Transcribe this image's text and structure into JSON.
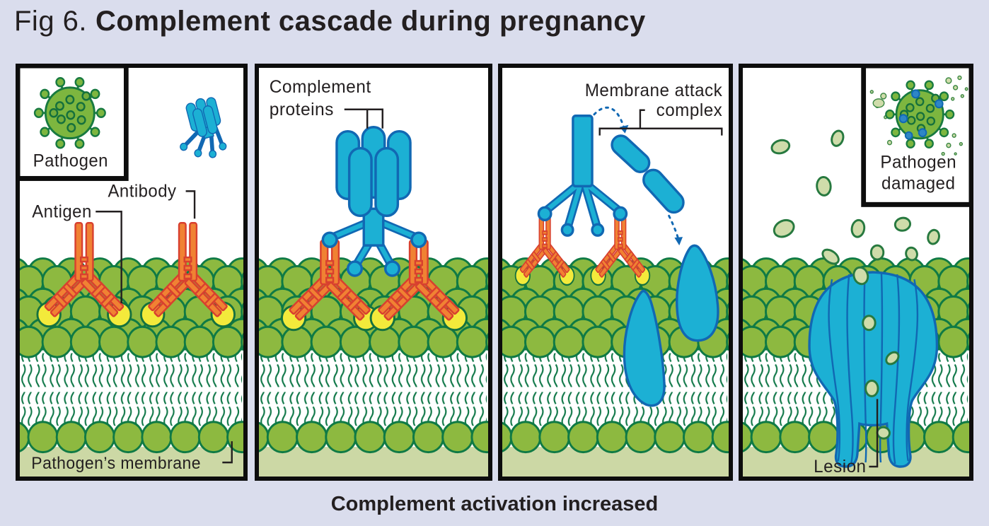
{
  "figure": {
    "prefix": "Fig 6.",
    "title": "Complement cascade during pregnancy",
    "caption": "Complement activation increased"
  },
  "panel1": {
    "inset_label": "Pathogen",
    "antigen_label": "Antigen",
    "antibody_label": "Antibody",
    "membrane_label": "Pathogen’s membrane"
  },
  "panel2": {
    "label_line1": "Complement",
    "label_line2": "proteins"
  },
  "panel3": {
    "label_line1": "Membrane attack",
    "label_line2": "complex"
  },
  "panel4": {
    "inset_label_line1": "Pathogen",
    "inset_label_line2": "damaged",
    "lesion_label": "Lesion"
  },
  "colors": {
    "background": "#dadded",
    "panel_background": "#ffffff",
    "membrane_green": "#8db940",
    "membrane_outline": "#0f7a45",
    "cytoplasm_strip": "#ccd8a5",
    "antibody_orange": "#f08233",
    "antibody_outline": "#d8402f",
    "antigen_yellow": "#f3ea3b",
    "complement_cyan": "#1cb0d4",
    "complement_outline": "#1168b3",
    "pathogen_green": "#7db63f",
    "leaked_blob_green": "#cfdcaa",
    "text": "#231f20"
  }
}
